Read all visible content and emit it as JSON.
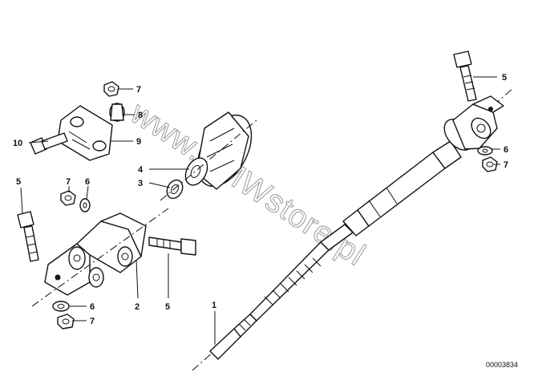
{
  "watermark": "www.BMWstore.pl",
  "reference_number": "00003834",
  "callouts": {
    "c1": "1",
    "c2": "2",
    "c3": "3",
    "c4": "4",
    "c5a": "5",
    "c5b": "5",
    "c5c": "5",
    "c6a": "6",
    "c6b": "6",
    "c6c": "6",
    "c7a": "7",
    "c7b": "7",
    "c7c": "7",
    "c7d": "7",
    "c8": "8",
    "c9": "9",
    "c10": "10"
  }
}
